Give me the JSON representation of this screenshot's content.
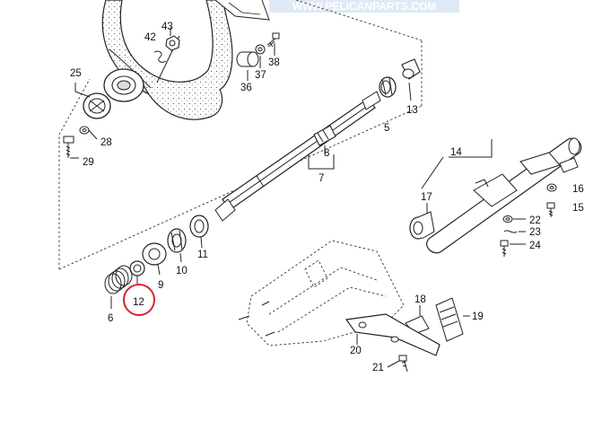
{
  "diagram": {
    "watermark_text": "WWW.PELICANPARTS.COM",
    "highlighted_part": "12",
    "highlight_color": "#d9232d",
    "parts": [
      {
        "id": "p5",
        "label": "5"
      },
      {
        "id": "p6",
        "label": "6"
      },
      {
        "id": "p7",
        "label": "7"
      },
      {
        "id": "p8",
        "label": "8"
      },
      {
        "id": "p9",
        "label": "9"
      },
      {
        "id": "p10",
        "label": "10"
      },
      {
        "id": "p11",
        "label": "11"
      },
      {
        "id": "p12",
        "label": "12"
      },
      {
        "id": "p13",
        "label": "13"
      },
      {
        "id": "p14",
        "label": "14"
      },
      {
        "id": "p15",
        "label": "15"
      },
      {
        "id": "p16",
        "label": "16"
      },
      {
        "id": "p17",
        "label": "17"
      },
      {
        "id": "p18",
        "label": "18"
      },
      {
        "id": "p19",
        "label": "19"
      },
      {
        "id": "p20",
        "label": "20"
      },
      {
        "id": "p21",
        "label": "21"
      },
      {
        "id": "p22",
        "label": "22"
      },
      {
        "id": "p23",
        "label": "23"
      },
      {
        "id": "p24",
        "label": "24"
      },
      {
        "id": "p25",
        "label": "25"
      },
      {
        "id": "p28",
        "label": "28"
      },
      {
        "id": "p29",
        "label": "29"
      },
      {
        "id": "p36",
        "label": "36"
      },
      {
        "id": "p37",
        "label": "37"
      },
      {
        "id": "p38",
        "label": "38"
      },
      {
        "id": "p42",
        "label": "42"
      },
      {
        "id": "p43",
        "label": "43"
      }
    ]
  }
}
